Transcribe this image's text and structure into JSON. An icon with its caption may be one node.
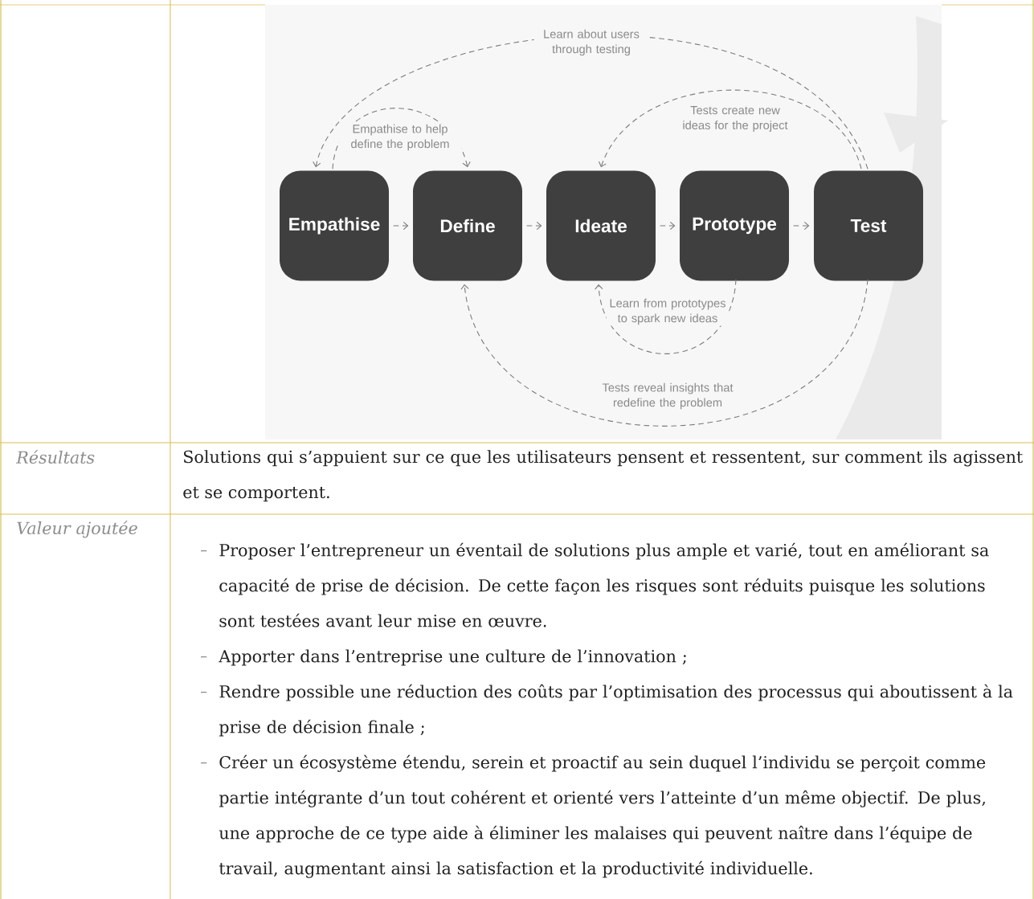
{
  "diagram": {
    "nodes": [
      {
        "text": [
          "Empathise"
        ]
      },
      {
        "text": [
          "Define"
        ]
      },
      {
        "text": [
          "Ideate"
        ]
      },
      {
        "text": [
          "Prototype"
        ]
      },
      {
        "text": [
          "Test"
        ]
      }
    ],
    "edges": [
      {
        "from": 0,
        "to": 1,
        "arrow": "to",
        "style": "dashed"
      },
      {
        "from": 1,
        "to": 2,
        "arrow": "to",
        "style": "dashed"
      },
      {
        "from": 2,
        "to": 3,
        "arrow": "to",
        "style": "dashed"
      },
      {
        "from": 3,
        "to": 4,
        "arrow": "to",
        "style": "dashed"
      },
      {
        "from": 0,
        "to": 1,
        "arrow": "to",
        "style": "dashed",
        "label": "Empathise to help define the problem"
      },
      {
        "from": 4,
        "to": 0,
        "arrow": "to",
        "style": "dashed",
        "label": "Learn about users through testing"
      },
      {
        "from": 4,
        "to": 2,
        "arrow": "to",
        "style": "dashed",
        "label": "Tests create new ideas for the project"
      },
      {
        "from": 3,
        "to": 2,
        "arrow": "to",
        "style": "dashed",
        "label": "Learn from prototypes to spark new ideas"
      },
      {
        "from": 4,
        "to": 1,
        "arrow": "to",
        "style": "dashed",
        "label": "Tests reveal insights that redefine the problem"
      }
    ],
    "labels": [
      "Résultats",
      "Solutions qui s’appuient sur ce que les utilisateurs pensent et ressentent, sur comment ils agissent et se comportent.",
      "Valeur ajoutée",
      "Proposer l’entrepreneur un éventail de solutions plus ample et varié, tout en améliorant sa capacité de prise de décision. De cette façon les risques sont réduits puisque les solutions sont testées avant leur mise en œuvre.",
      "Apporter dans l’entreprise une culture de l’innovation ;",
      "Rendre possible une réduction des coûts par l’optimisation des processus qui aboutissent à la prise de décision finale ;",
      "Créer un écosystème étendu, serein et proactif au sein duquel l’individu se perçoit comme partie intégrante d’un tout cohérent et orienté vers l’atteinte d’un même objectif. De plus, une approche de ce type aide à éliminer les malaises qui peuvent naître dans l’équipe de travail, augmentant ainsi la satisfaction et la productivité individuelle."
    ]
  }
}
